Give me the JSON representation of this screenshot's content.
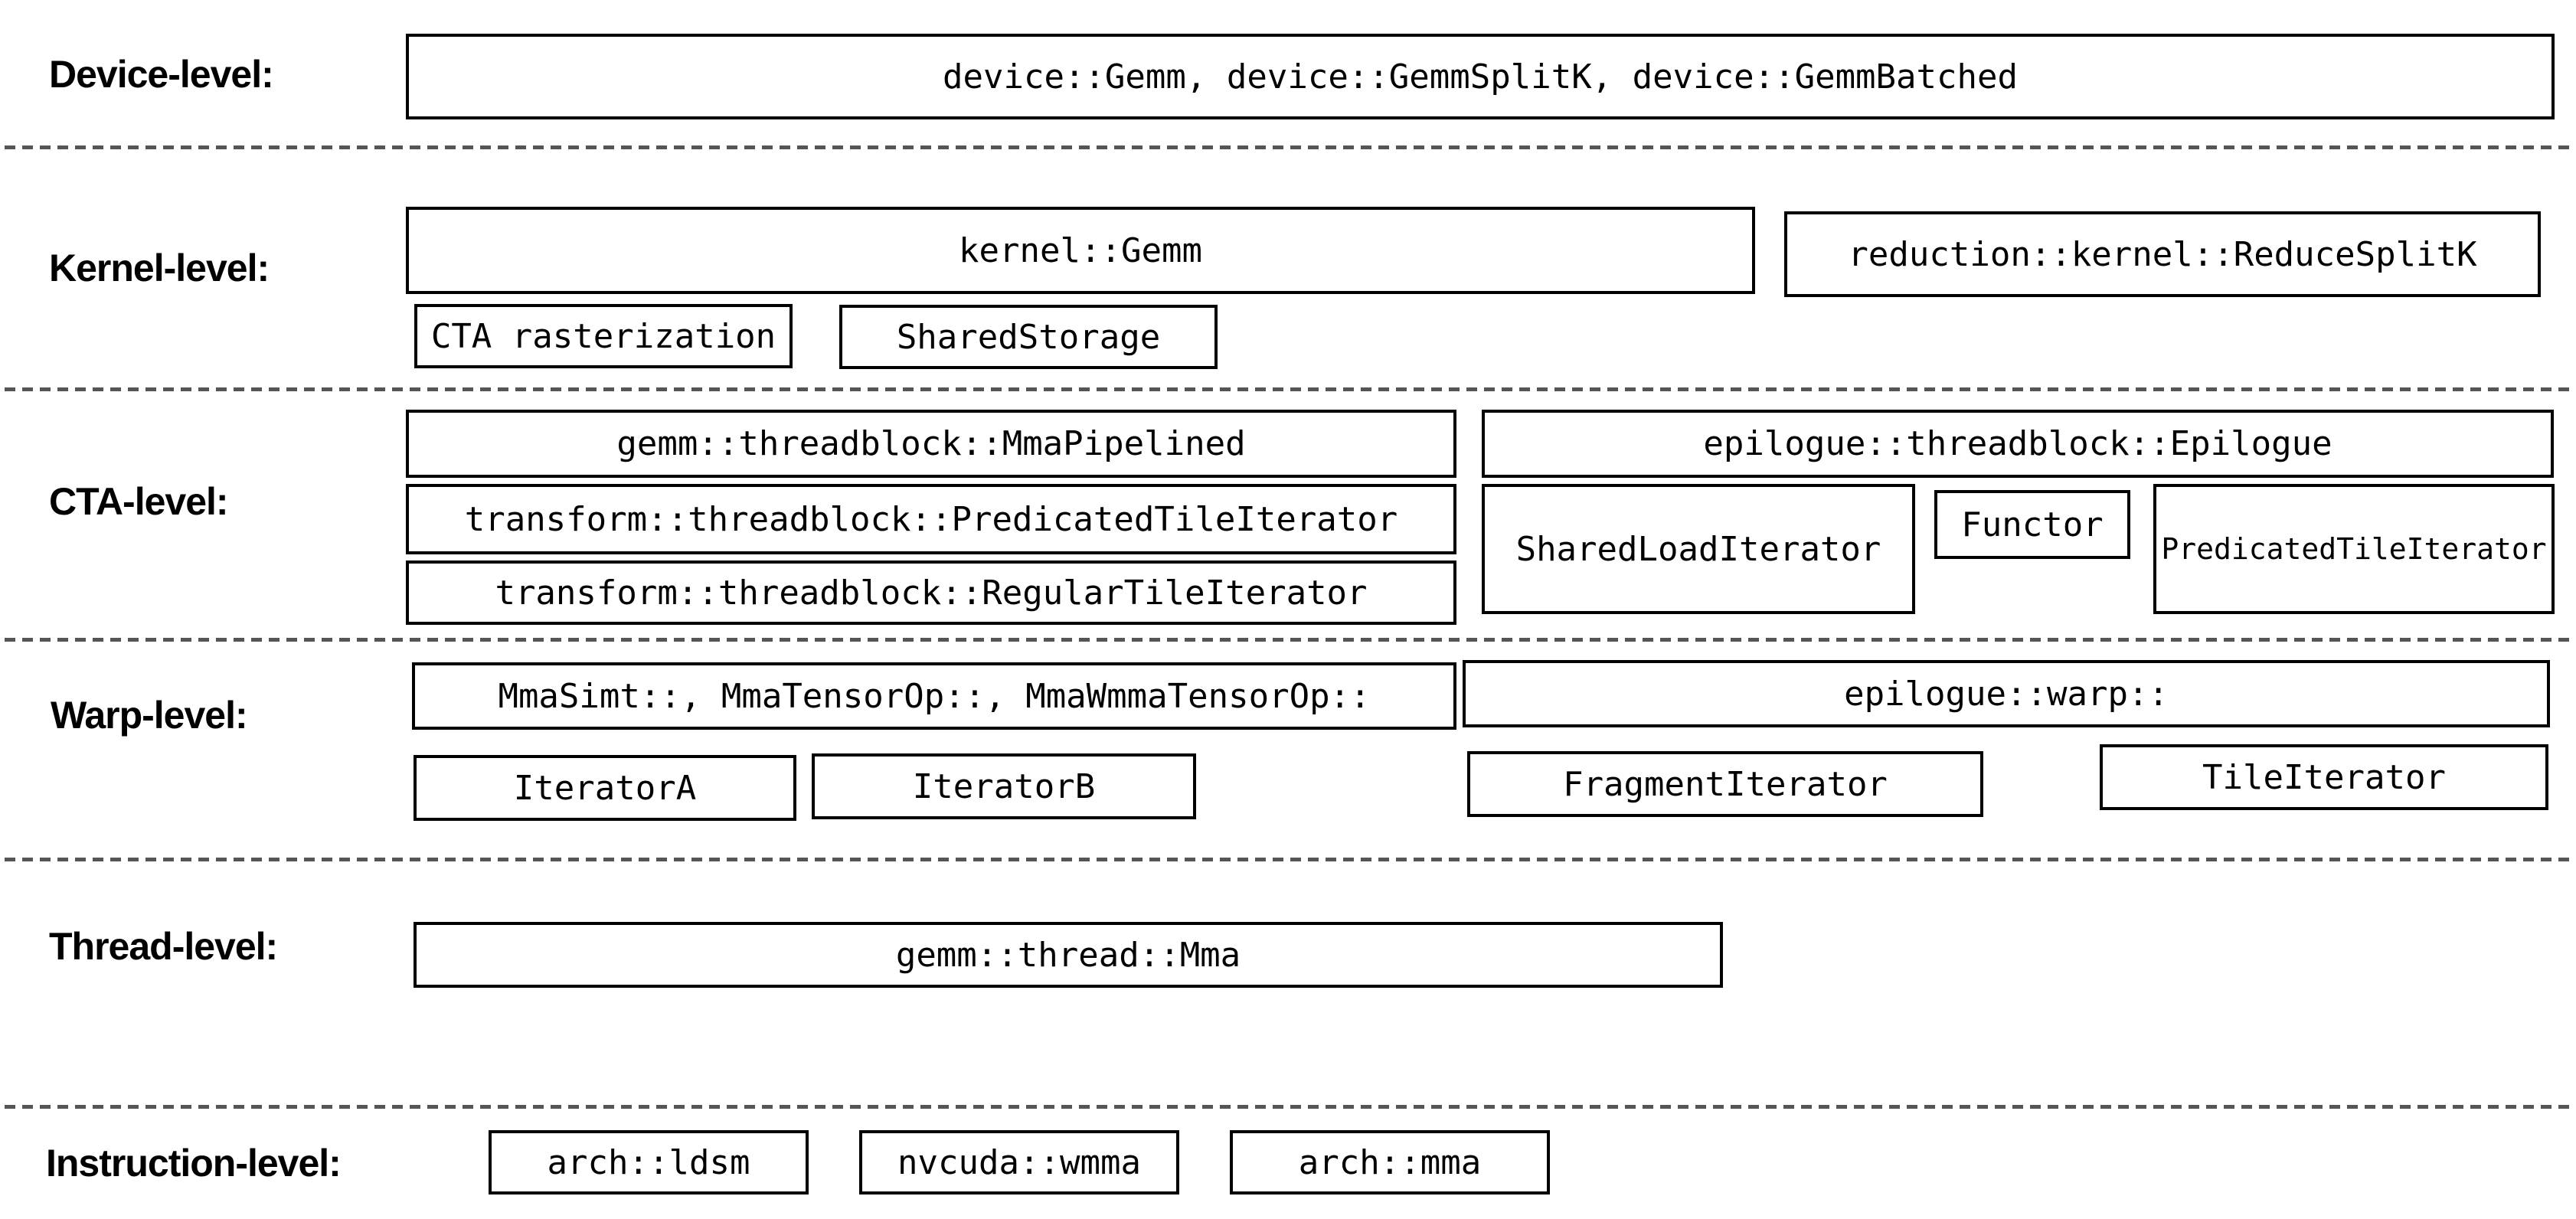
{
  "diagram": {
    "description_colors": {
      "box_border": "#000000",
      "box_fill": "#ffffff",
      "dash_line": "#555555",
      "text": "#000000",
      "background": "#ffffff"
    }
  },
  "labels": {
    "device": "Device-level:",
    "kernel": "Kernel-level:",
    "cta": "CTA-level:",
    "warp": "Warp-level:",
    "thread": "Thread-level:",
    "instruction": "Instruction-level:"
  },
  "boxes": {
    "device_gemm": "device::Gemm, device::GemmSplitK, device::GemmBatched",
    "kernel_gemm": "kernel::Gemm",
    "reduce_splitk": "reduction::kernel::ReduceSplitK",
    "cta_rasterization": "CTA rasterization",
    "shared_storage": "SharedStorage",
    "mma_pipelined": "gemm::threadblock::MmaPipelined",
    "epilogue_threadblock": "epilogue::threadblock::Epilogue",
    "predicated_tile_iterator_transform": "transform::threadblock::PredicatedTileIterator",
    "regular_tile_iterator": "transform::threadblock::RegularTileIterator",
    "shared_load_iterator": "SharedLoadIterator",
    "functor": "Functor",
    "predicated_tile_iterator_epilogue": "PredicatedTileIterator",
    "mma_warp": "MmaSimt::, MmaTensorOp::, MmaWmmaTensorOp::",
    "epilogue_warp": "epilogue::warp::",
    "iterator_a": "IteratorA",
    "iterator_b": "IteratorB",
    "fragment_iterator": "FragmentIterator",
    "tile_iterator": "TileIterator",
    "gemm_thread_mma": "gemm::thread::Mma",
    "arch_ldsm": "arch::ldsm",
    "nvcuda_wmma": "nvcuda::wmma",
    "arch_mma": "arch::mma"
  }
}
